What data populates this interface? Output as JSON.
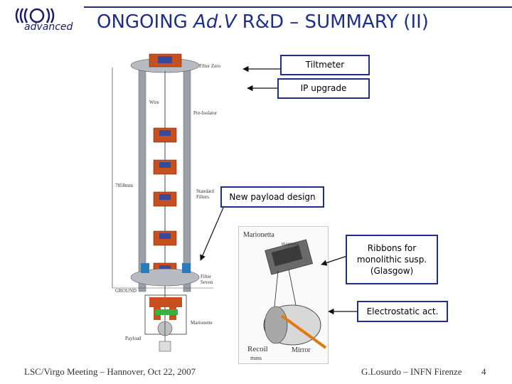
{
  "header": {
    "logo_text": "advanced",
    "title_prefix": "ONGOING ",
    "title_emph": "Ad.V",
    "title_suffix": " R&D – SUMMARY (II)"
  },
  "callouts": {
    "tiltmeter": "Tiltmeter",
    "ip_upgrade": "IP upgrade",
    "payload": "New payload design",
    "ribbons_line1": "Ribbons for",
    "ribbons_line2": "monolithic susp.",
    "ribbons_line3": "(Glasgow)",
    "electrostatic": "Electrostatic act."
  },
  "diagram_labels": {
    "filter_zero": "Filter Zero",
    "wire": "Wire",
    "pre_isolator": "Pre-Isolator",
    "height": "7858mm",
    "standard_filters": "Standard Filters",
    "filter_seven": "Filter Seven",
    "ground": "GROUND",
    "marionette": "Marionette",
    "payload": "Payload"
  },
  "inset_labels": {
    "marionetta": "Marionetta",
    "magnets": "magnets",
    "recoil": "Recoil",
    "mass": "mass",
    "mirror": "Mirror"
  },
  "footer": {
    "left": "LSC/Virgo Meeting – Hannover, Oct 22, 2007",
    "right": "G.Losurdo – INFN Firenze",
    "page": "4"
  },
  "colors": {
    "title": "#1f2e8a",
    "box_border": "#1f2e8a",
    "filter": "#c8501e",
    "beam": "#e07a10"
  }
}
